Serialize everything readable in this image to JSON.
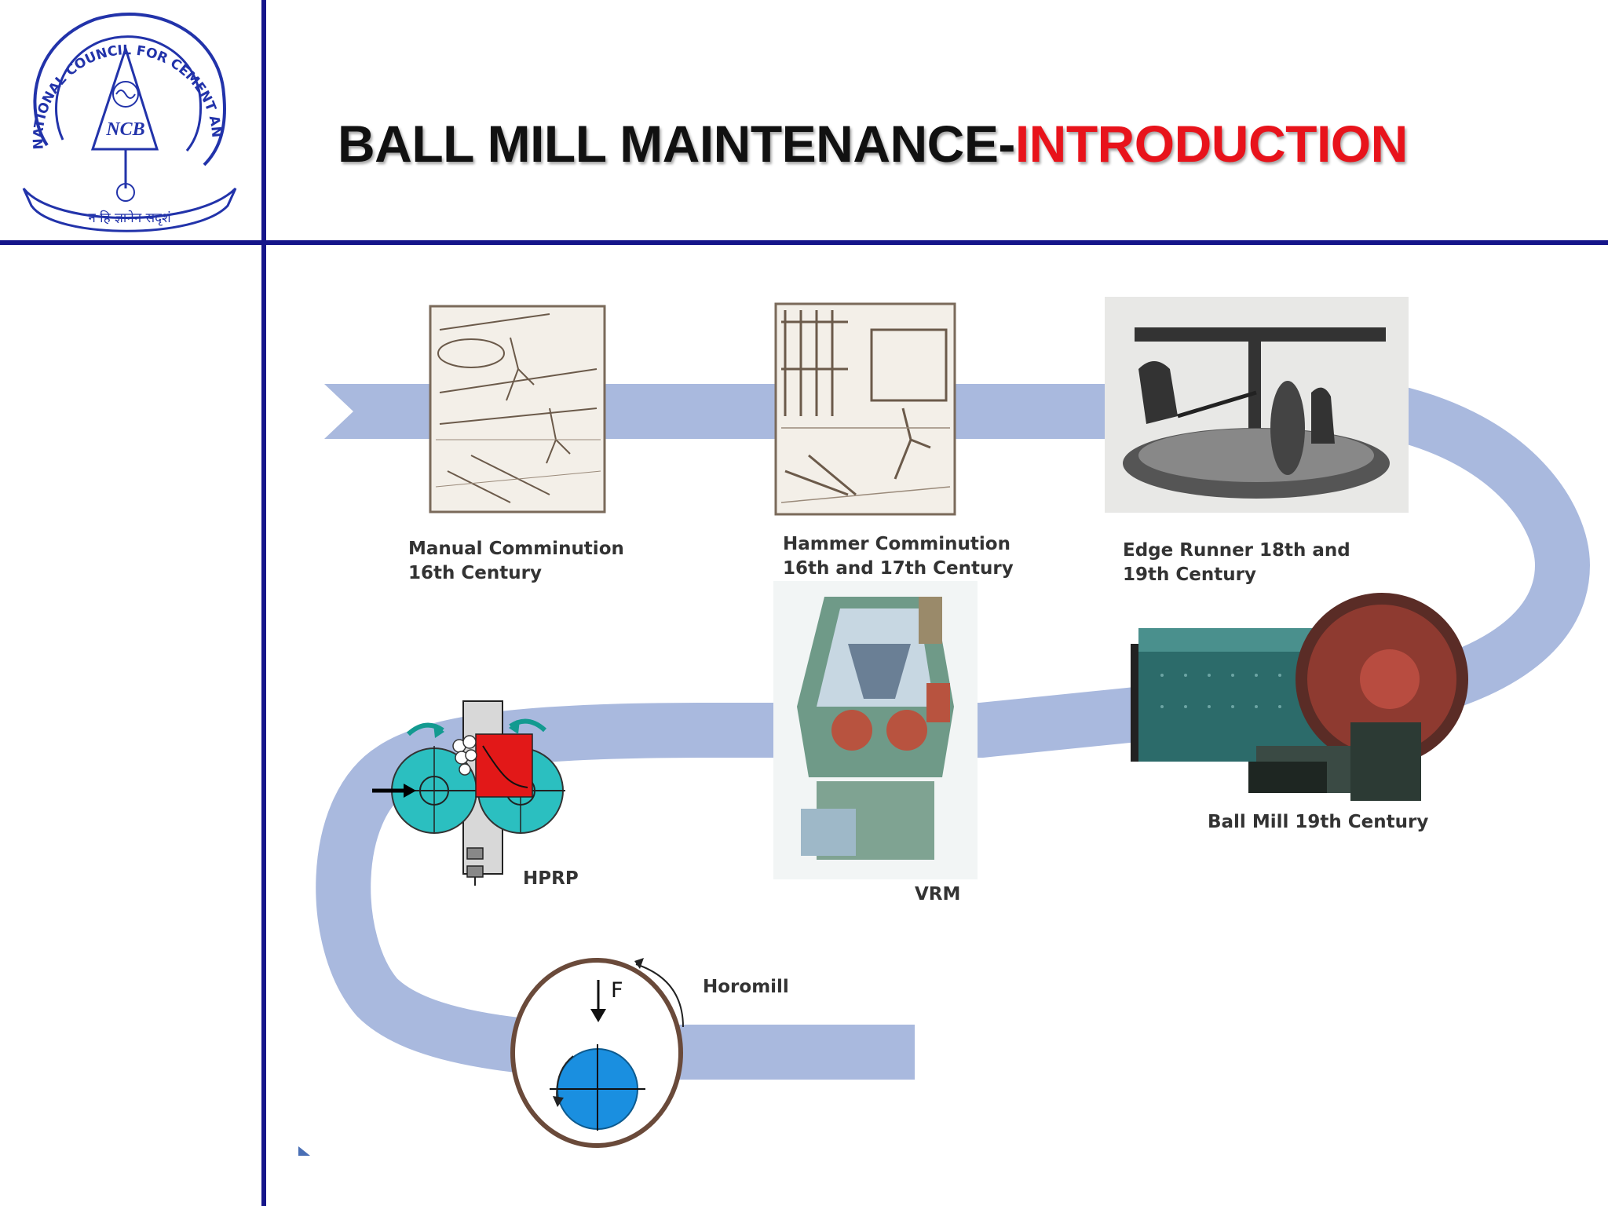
{
  "logo": {
    "org_arc_text": "NATIONAL COUNCIL FOR CEMENT AND BUILDING MATERIALS",
    "center_text": "NCB",
    "motto": "न हि ज्ञानेन सदृशं"
  },
  "title": {
    "main": "BALL MILL MAINTENANCE-",
    "highlight": "INTRODUCTION"
  },
  "stages": [
    {
      "label_line1": "Manual Comminution",
      "label_line2": "16th Century"
    },
    {
      "label_line1": "Hammer Comminution",
      "label_line2": "16th and 17th Century"
    },
    {
      "label_line1": "Edge Runner 18th and",
      "label_line2": "19th Century"
    },
    {
      "label_line1": "Ball Mill 19th Century"
    },
    {
      "label_line1": "VRM"
    },
    {
      "label_line1": "HPRP"
    },
    {
      "label_line1": "Horomill",
      "force_label": "F"
    }
  ],
  "colors": {
    "rule": "#15158a",
    "title_highlight": "#e8131b",
    "ribbon": "#a9b9de",
    "roller": "#2bbfc0",
    "horomill_ball": "#1a8fe0"
  }
}
